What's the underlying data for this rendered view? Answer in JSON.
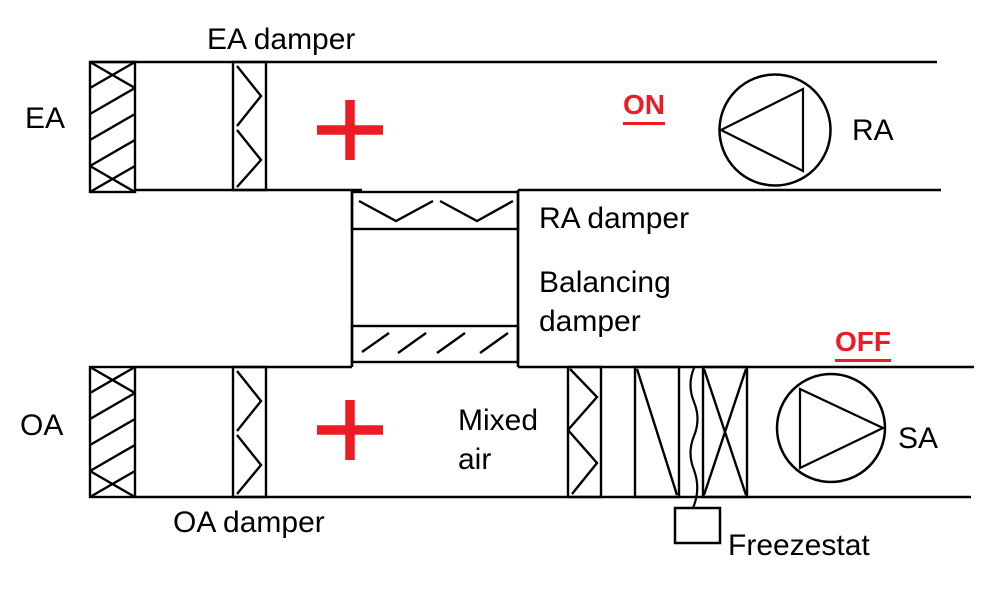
{
  "labels": {
    "ea": "EA",
    "ea_damper": "EA damper",
    "on": "ON",
    "ra": "RA",
    "ra_damper": "RA damper",
    "balancing_line1": "Balancing",
    "balancing_line2": "damper",
    "oa": "OA",
    "oa_damper": "OA damper",
    "mixed_line1": "Mixed",
    "mixed_line2": "air",
    "off": "OFF",
    "sa": "SA",
    "freezestat": "Freezestat"
  },
  "colors": {
    "line": "#000000",
    "status_red": "#ed1c24"
  },
  "icons": {
    "return_fan": "circle-with-left-triangle",
    "supply_fan": "circle-with-right-triangle",
    "plus": "red-cross",
    "louver": "hatched-box",
    "damper": "zigzag-box",
    "filter": "diagonal-box",
    "coil": "x-box",
    "freezestat_capillary": "wavy-line"
  }
}
